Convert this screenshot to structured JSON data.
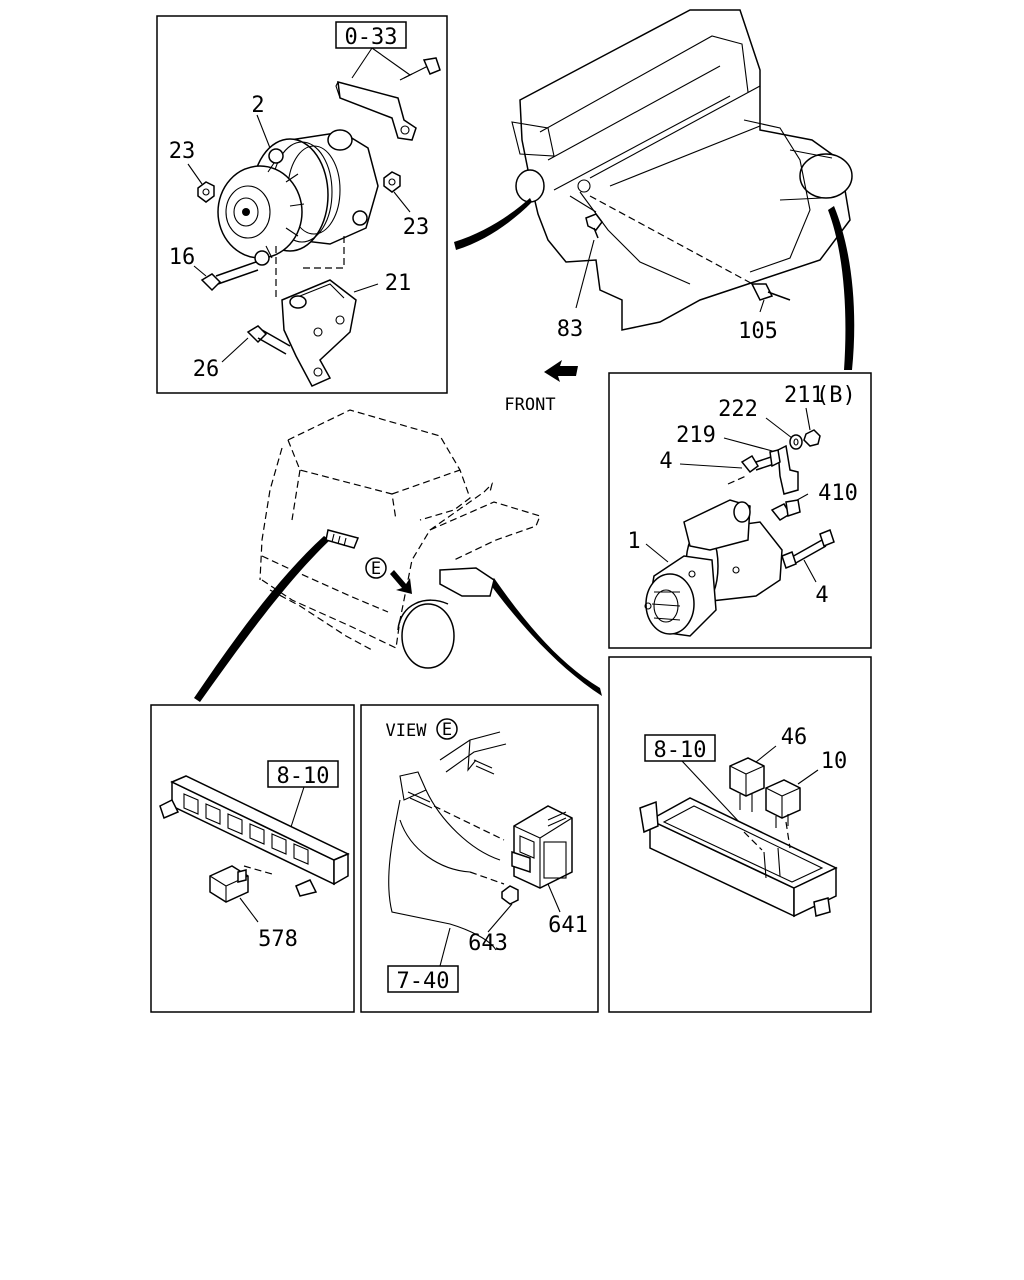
{
  "labels": {
    "alt_ref": "0-33",
    "alternator": "2",
    "nut_left": "23",
    "nut_right": "23",
    "bolt_16": "16",
    "bracket_21": "21",
    "bolt_26": "26",
    "bolt_83": "83",
    "sensor_105": "105",
    "front": "FRONT",
    "nut_211": "211",
    "nut_211_suffix": "(B)",
    "washer_222": "222",
    "terminal_219": "219",
    "bolt_4_top": "4",
    "bolt_410": "410",
    "starter_1": "1",
    "bolt_4_bottom": "4",
    "view_e_marker": "E",
    "box_ref_left": "8-10",
    "relay_578": "578",
    "view_text": "VIEW",
    "view_circle": "E",
    "part_643": "643",
    "part_641": "641",
    "ref_7_40": "7-40",
    "box_ref_right": "8-10",
    "relay_46": "46",
    "relay_10": "10"
  }
}
